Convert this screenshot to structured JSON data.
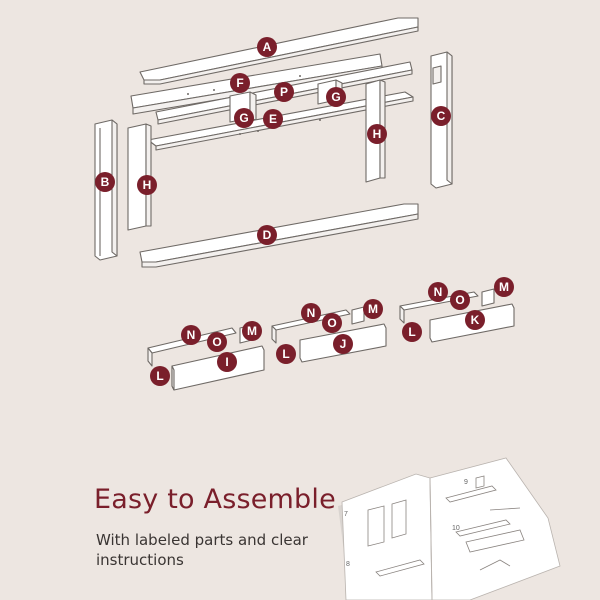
{
  "labels": {
    "A": "A",
    "B": "B",
    "C": "C",
    "D": "D",
    "E": "E",
    "F": "F",
    "G": "G",
    "H": "H",
    "I": "I",
    "J": "J",
    "K": "K",
    "L": "L",
    "M": "M",
    "N": "N",
    "O": "O",
    "P": "P"
  },
  "booklet": {
    "page_left": "7",
    "page_right": "9",
    "page_right2": "10",
    "page_left2": "8"
  },
  "headline": "Easy to Assemble",
  "subline": "With labeled parts and clear instructions",
  "colors": {
    "badge": "#7a1f2b",
    "background": "#ede6e1",
    "line": "#6f6a66",
    "panel": "#ffffff"
  }
}
